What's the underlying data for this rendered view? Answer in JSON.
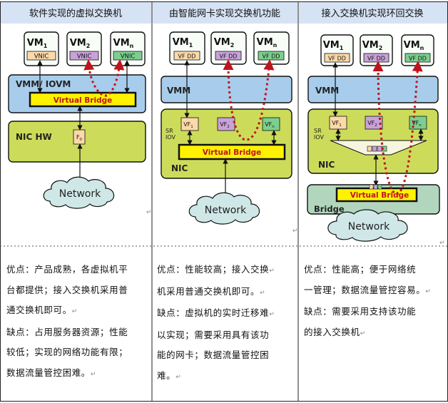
{
  "colors": {
    "header_bg": "#d6e3f4",
    "vmm_bg": "#a8cdec",
    "nic_bg": "#ccdc5a",
    "bridge_bg": "#fff200",
    "nic_outer_bg": "#b2d6bd",
    "cloud_bg": "#cfe8e7",
    "vm_card_bg": "#f8fdf8",
    "vnic_orange": "#fcd9a8",
    "vnic_purple": "#c9a2d8",
    "vnic_green": "#7ccf8e",
    "dashed_red": "#c0141c"
  },
  "panels": [
    {
      "title": "软件实现的虚拟交换机",
      "vm_labels": [
        "VM",
        "VM",
        "VM"
      ],
      "vm_subs": [
        "1",
        "2",
        "n"
      ],
      "vnic_label": "VNIC",
      "vmm_label": "VMM/ IOVM",
      "bridge_label": "Virtual Bridge",
      "nic_label": "NIC HW",
      "f_label": "F",
      "f_sub": "0",
      "network_label": "Network",
      "advantage_lines": [
        "优点：产品成熟，各虚拟机平",
        "台都提供；接入交换机采用普",
        "通交换机即可。"
      ],
      "disadvantage_lines": [
        "缺点：占用服务器资源；性能",
        "较低；实现的网络功能有限；",
        "数据流量管控困难。"
      ]
    },
    {
      "title": "由智能网卡实现交换机功能",
      "vm_labels": [
        "VM",
        "VM",
        "VM"
      ],
      "vm_subs": [
        "1",
        "2",
        "n"
      ],
      "vfdd_label": "VF DD",
      "vmm_label": "VMM",
      "sriov_line1": "SR",
      "sriov_line2": "IOV",
      "vf_label": "VF",
      "vf_subs": [
        "1",
        "2",
        "n"
      ],
      "bridge_label": "Virtual Bridge",
      "nic_label": "NIC",
      "network_label": "Network",
      "advantage_lines": [
        "优点：性能较高；接入交换",
        "机采用普通交换机即可。"
      ],
      "disadvantage_lines": [
        "缺点：虚拟机的实时迁移难",
        "以实现；需要采用具有该功",
        "能的网卡；数据流量管控困",
        "难。"
      ]
    },
    {
      "title": "接入交换机实现环回交换",
      "vm_labels": [
        "VM",
        "VM",
        "VM"
      ],
      "vm_subs": [
        "1",
        "2",
        "n"
      ],
      "vfdd_label": "VF DD",
      "vmm_label": "VMM",
      "sriov_line1": "SR",
      "sriov_line2": "IOV",
      "vf_label": "VF",
      "vf_subs": [
        "1",
        "2",
        "n"
      ],
      "nic_label": "NIC",
      "bridge_label": "Virtual Bridge",
      "outer_label": "Bridge",
      "network_label": "Network",
      "advantage_lines": [
        "优点：性能高；便于网络统",
        "一管理；数据流量管控容易。"
      ],
      "disadvantage_lines": [
        "缺点：需要采用支持该功能",
        "的接入交换机"
      ]
    }
  ],
  "paragraph_mark": "↵"
}
